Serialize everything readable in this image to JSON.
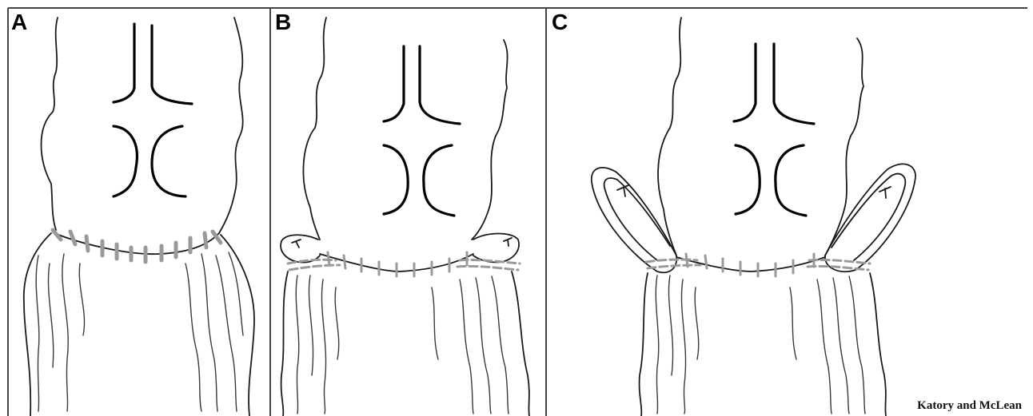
{
  "panels": [
    {
      "label": "A"
    },
    {
      "label": "B"
    },
    {
      "label": "C"
    }
  ],
  "credit": "Katory and McLean"
}
